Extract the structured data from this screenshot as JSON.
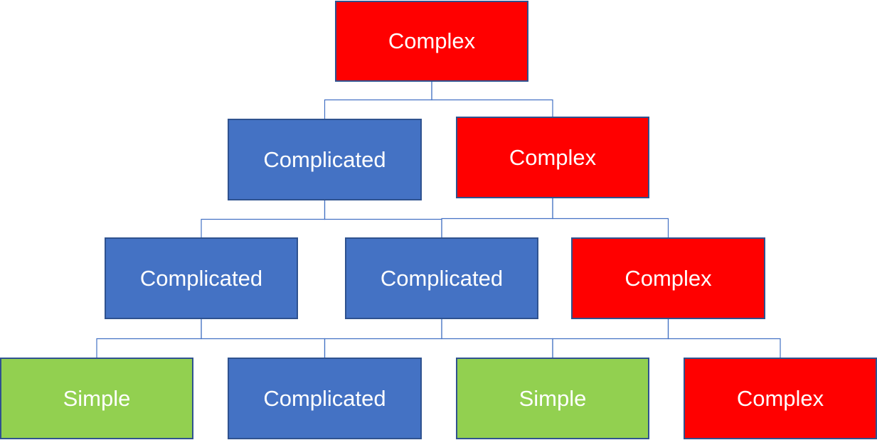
{
  "diagram": {
    "nodes": [
      {
        "id": "n0",
        "label": "Complex",
        "kind": "complex"
      },
      {
        "id": "n1",
        "label": "Complicated",
        "kind": "complicated"
      },
      {
        "id": "n2",
        "label": "Complex",
        "kind": "complex"
      },
      {
        "id": "n3",
        "label": "Complicated",
        "kind": "complicated"
      },
      {
        "id": "n4",
        "label": "Complicated",
        "kind": "complicated"
      },
      {
        "id": "n5",
        "label": "Complex",
        "kind": "complex"
      },
      {
        "id": "n6",
        "label": "Simple",
        "kind": "simple"
      },
      {
        "id": "n7",
        "label": "Complicated",
        "kind": "complicated"
      },
      {
        "id": "n8",
        "label": "Simple",
        "kind": "simple"
      },
      {
        "id": "n9",
        "label": "Complex",
        "kind": "complex"
      }
    ],
    "edges": [
      {
        "from": "n0",
        "to": [
          "n1",
          "n2"
        ]
      },
      {
        "from": "n1",
        "to": [
          "n3",
          "n4"
        ]
      },
      {
        "from": "n2",
        "to": [
          "n4",
          "n5"
        ]
      },
      {
        "from": "n3",
        "to": [
          "n6",
          "n7"
        ]
      },
      {
        "from": "n4",
        "to": [
          "n7",
          "n8"
        ]
      },
      {
        "from": "n5",
        "to": [
          "n8",
          "n9"
        ]
      }
    ],
    "colors": {
      "complex": "#ff0000",
      "complicated": "#4472c4",
      "simple": "#92d050",
      "connector": "#4472c4"
    }
  }
}
